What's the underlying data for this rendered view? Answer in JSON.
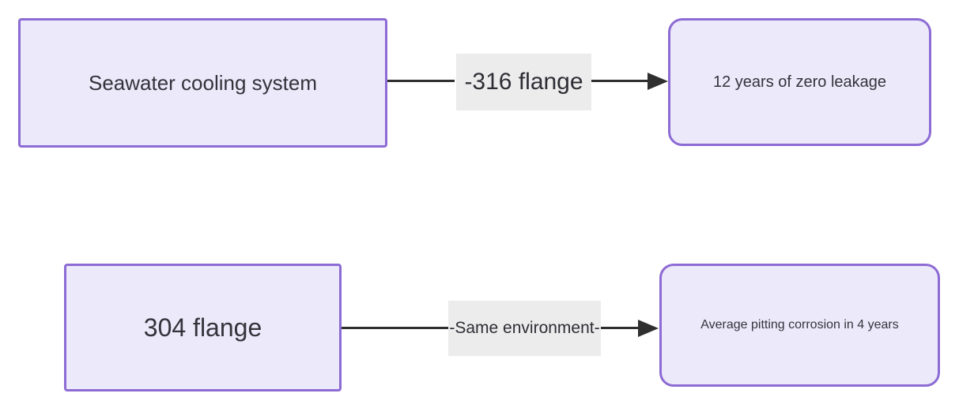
{
  "diagram": {
    "type": "flow-comparison",
    "colors": {
      "background": "#ffffff",
      "node_fill": "#ece9fa",
      "node_border": "#8d6bd4",
      "edge_line": "#2f2f2f",
      "edge_label_bg": "#ececec",
      "text": "#33333b"
    },
    "rows": [
      {
        "source": "Seawater cooling system",
        "edge_label": "-316 flange",
        "target": "12 years of zero leakage"
      },
      {
        "source": "304 flange",
        "edge_label": "-Same environment-",
        "target": "Average pitting corrosion in 4 years"
      }
    ]
  }
}
